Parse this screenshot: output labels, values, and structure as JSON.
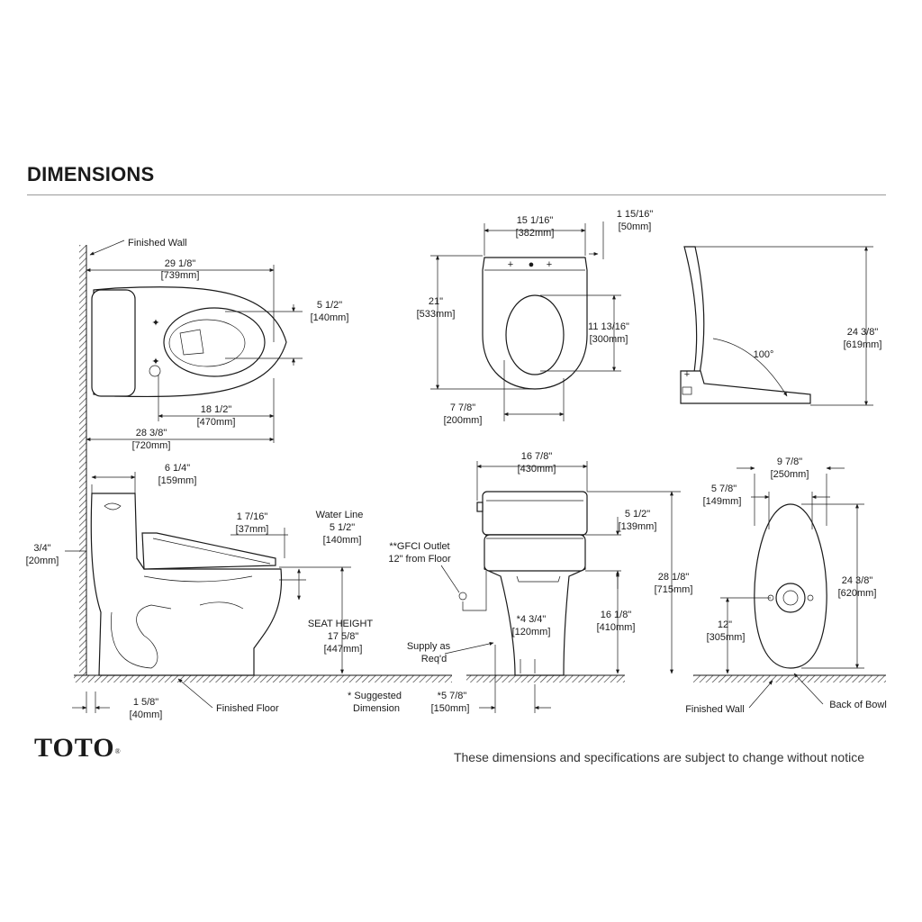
{
  "header": {
    "title": "DIMENSIONS"
  },
  "top_view": {
    "finished_wall": "Finished Wall",
    "overall_length": [
      "29 1/8\"",
      "[739mm]"
    ],
    "bowl_width": [
      "5 1/2\"",
      "[140mm]"
    ],
    "bowl_length": [
      "18 1/2\"",
      "[470mm]"
    ],
    "base_length": [
      "28 3/8\"",
      "[720mm]"
    ]
  },
  "seat_top_view": {
    "width": [
      "15 1/16\"",
      "[382mm]"
    ],
    "rear": [
      "1 15/16\"",
      "[50mm]"
    ],
    "length": [
      "21\"",
      "[533mm]"
    ],
    "opening": [
      "11 13/16\"",
      "[300mm]"
    ],
    "front": [
      "7 7/8\"",
      "[200mm]"
    ]
  },
  "seat_side_view": {
    "angle": "100°",
    "height": [
      "24 3/8\"",
      "[619mm]"
    ]
  },
  "side_view": {
    "tank_depth": [
      "6 1/4\"",
      "[159mm]"
    ],
    "seat_offset": [
      "1 7/16\"",
      "[37mm]"
    ],
    "water_line_label": "Water Line",
    "water_line": [
      "5 1/2\"",
      "[140mm]"
    ],
    "wall_gap": [
      "3/4\"",
      "[20mm]"
    ],
    "seat_height_label": "SEAT HEIGHT",
    "seat_height": [
      "17 5/8\"",
      "[447mm]"
    ],
    "floor_offset": [
      "1 5/8\"",
      "[40mm]"
    ],
    "finished_floor": "Finished Floor"
  },
  "front_view": {
    "width": [
      "16 7/8\"",
      "[430mm]"
    ],
    "gfci": [
      "**GFCI Outlet",
      "12\" from Floor"
    ],
    "seat_thickness": [
      "5 1/2\"",
      "[139mm]"
    ],
    "overall_height": [
      "28 1/8\"",
      "[715mm]"
    ],
    "rim_height": [
      "16 1/8\"",
      "[410mm]"
    ],
    "supply_center": [
      "*4 3/4\"",
      "[120mm]"
    ],
    "supply": [
      "Supply as",
      "Req'd"
    ],
    "suggested": [
      "* Suggested",
      "Dimension"
    ],
    "supply_height": [
      "*5 7/8\"",
      "[150mm]"
    ]
  },
  "bottom_view": {
    "outer_width": [
      "9 7/8\"",
      "[250mm]"
    ],
    "inner_width": [
      "5 7/8\"",
      "[149mm]"
    ],
    "length": [
      "24 3/8\"",
      "[620mm]"
    ],
    "rough_in": [
      "12\"",
      "[305mm]"
    ],
    "finished_wall": "Finished Wall",
    "back_of_bowl": "Back of Bowl"
  },
  "footer": {
    "brand": "TOTO",
    "trademark": "®",
    "disclaimer": "These dimensions and specifications are subject to change without notice"
  }
}
